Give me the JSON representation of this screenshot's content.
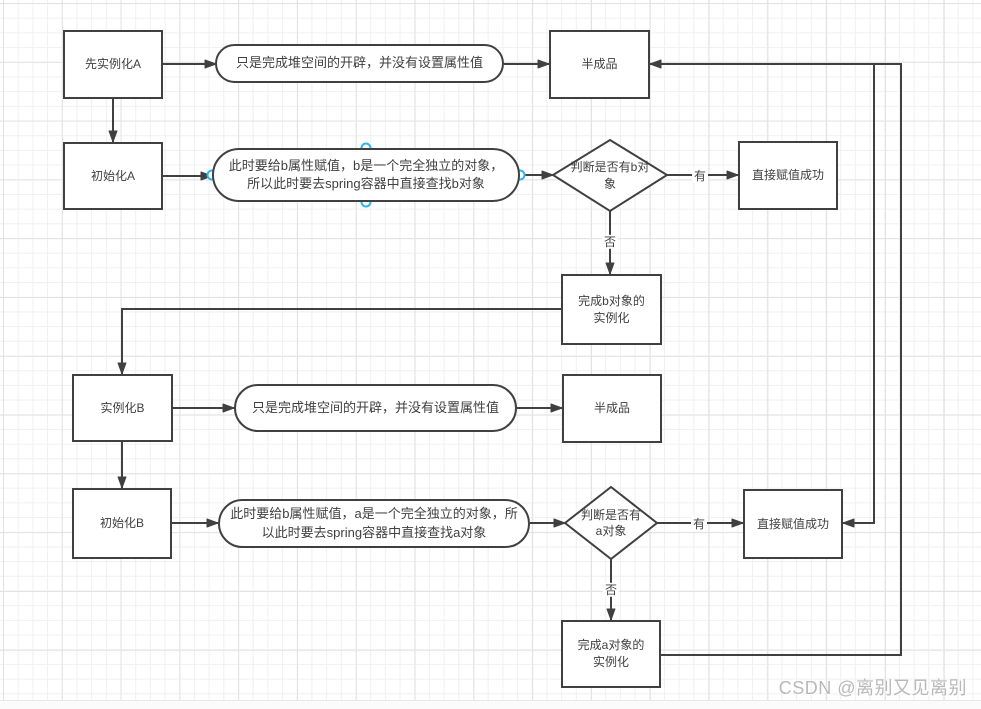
{
  "nodes": {
    "instantiate_a": "先实例化A",
    "note_heap_open_1": "只是完成堆空间的开辟，并没有设置属性值",
    "semi_product_1": "半成品",
    "init_a": "初始化A",
    "note_find_b": "此时要给b属性赋值，b是一个完全独立的对象，\n所以此时要去spring容器中直接查找b对象",
    "decision_has_b": "判断是否有b对\n象",
    "assign_success_1": "直接赋值成功",
    "complete_b": "完成b对象的\n实例化",
    "instantiate_b": "实例化B",
    "note_heap_open_2": "只是完成堆空间的开辟，并没有设置属性值",
    "semi_product_2": "半成品",
    "init_b": "初始化B",
    "note_find_a": "此时要给b属性赋值，a是一个完全独立的对象，所\n以此时要去spring容器中直接查找a对象",
    "decision_has_a": "判断是否有\na对象",
    "assign_success_2": "直接赋值成功",
    "complete_a": "完成a对象的\n实例化"
  },
  "edge_labels": {
    "yes_b": "有",
    "no_b": "否",
    "yes_a": "有",
    "no_a": "否"
  },
  "watermark": "CSDN @离别又见离别",
  "colors": {
    "shape_stroke": "#404040",
    "text": "#404040",
    "grid_minor": "#f0f0f0",
    "grid_major": "#e2e2e2",
    "selection_handle": "#29b6f2",
    "watermark": "#b9b9b9"
  }
}
